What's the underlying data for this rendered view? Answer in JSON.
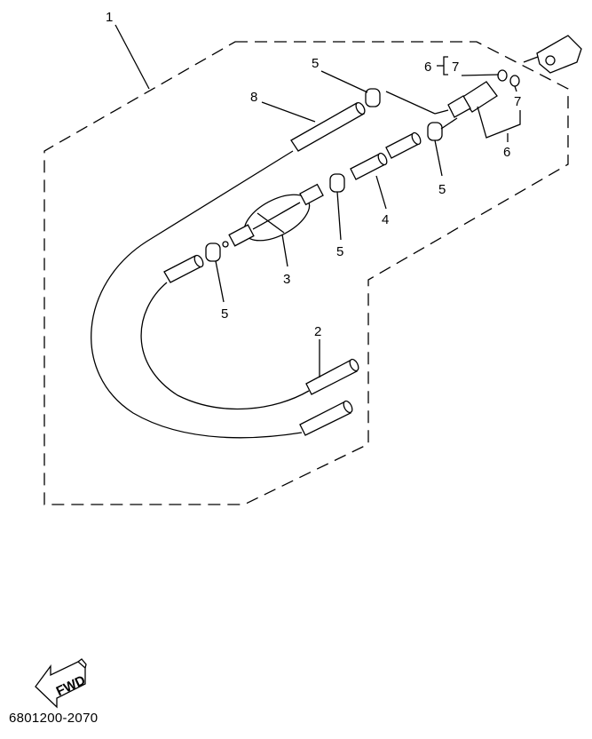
{
  "callouts": {
    "c1": "1",
    "c2": "2",
    "c3": "3",
    "c4": "4",
    "c5a": "5",
    "c5b": "5",
    "c5c": "5",
    "c5d": "5",
    "c6a": "6",
    "c6b": "6",
    "c7a": "7",
    "c7b": "7",
    "c8": "8"
  },
  "fwd_label": "FWD",
  "diagram_code": "6801200-2070"
}
